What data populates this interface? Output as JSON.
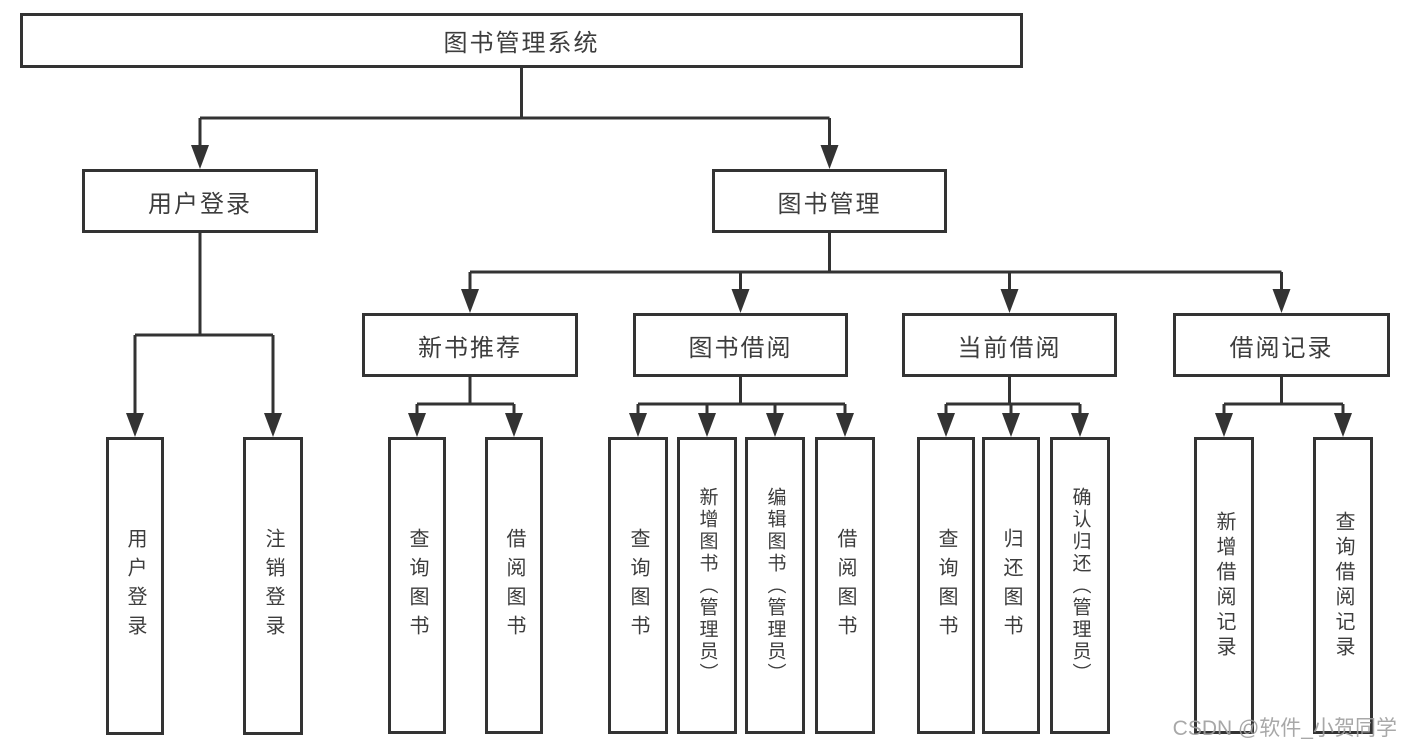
{
  "tree": {
    "label": "图书管理系统",
    "children": [
      {
        "label": "用户登录",
        "children": [
          {
            "label": "用户登录"
          },
          {
            "label": "注销登录"
          }
        ]
      },
      {
        "label": "图书管理",
        "children": [
          {
            "label": "新书推荐",
            "children": [
              {
                "label": "查询图书"
              },
              {
                "label": "借阅图书"
              }
            ]
          },
          {
            "label": "图书借阅",
            "children": [
              {
                "label": "查询图书"
              },
              {
                "label": "新增图书（管理员）"
              },
              {
                "label": "编辑图书（管理员）"
              },
              {
                "label": "借阅图书"
              }
            ]
          },
          {
            "label": "当前借阅",
            "children": [
              {
                "label": "查询图书"
              },
              {
                "label": "归还图书"
              },
              {
                "label": "确认归还（管理员）"
              }
            ]
          },
          {
            "label": "借阅记录",
            "children": [
              {
                "label": "新增借阅记录"
              },
              {
                "label": "查询借阅记录"
              }
            ]
          }
        ]
      }
    ]
  },
  "watermark": {
    "text": "CSDN @软件_小贺同学"
  },
  "colors": {
    "line": "#333333",
    "text": "#3d3d3d",
    "box_background": "#ffffff",
    "watermark": "#9e9e9e"
  }
}
